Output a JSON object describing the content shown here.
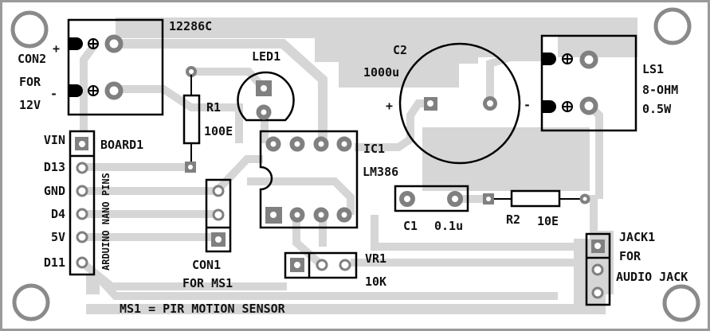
{
  "diagram": {
    "title": "PCB component layout",
    "board_code": "12286C",
    "colors": {
      "background": "#ffffff",
      "trace": "#d6d6d6",
      "pad": "#808080",
      "silkscreen": "#000000",
      "border": "#9a9a9a"
    },
    "components": {
      "con2": {
        "ref": "CON2",
        "line2": "FOR",
        "line3": "12V",
        "plus": "+",
        "minus": "-"
      },
      "ls1": {
        "ref": "LS1",
        "value": "8-OHM",
        "power": "0.5W"
      },
      "led1": {
        "ref": "LED1"
      },
      "r1": {
        "ref": "R1",
        "value": "100E"
      },
      "c2": {
        "ref": "C2",
        "value": "1000u",
        "plus": "+",
        "minus": "-"
      },
      "ic1": {
        "ref": "IC1",
        "value": "LM386"
      },
      "c1": {
        "ref": "C1",
        "value": "0.1u"
      },
      "r2": {
        "ref": "R2",
        "value": "10E"
      },
      "vr1": {
        "ref": "VR1",
        "value": "10K"
      },
      "con1": {
        "ref": "CON1",
        "line2": "FOR MS1"
      },
      "jack1": {
        "ref": "JACK1",
        "line2": "FOR",
        "line3": "AUDIO JACK"
      },
      "board1": {
        "ref": "BOARD1",
        "vertical_label": "ARDUINO NANO PINS",
        "pins": [
          "VIN",
          "D13",
          "GND",
          "D4",
          "5V",
          "D11"
        ]
      }
    },
    "note": "MS1 = PIR MOTION SENSOR"
  }
}
